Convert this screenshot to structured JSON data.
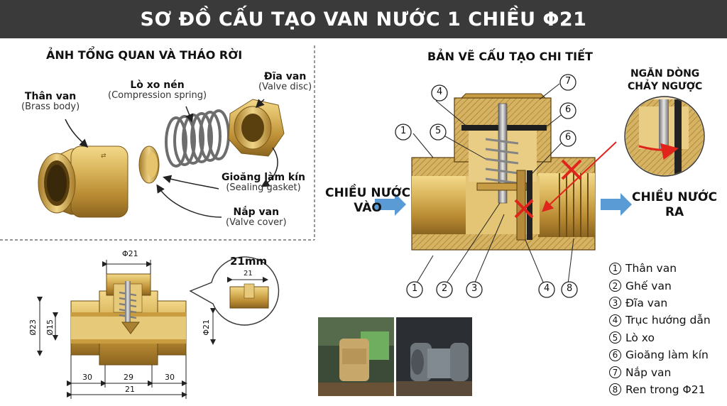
{
  "title": "SƠ ĐỒ CẤU TẠO VAN NƯỚC 1 CHIỀU Φ21",
  "exploded": {
    "heading": "ẢNH TỔNG QUAN VÀ THÁO RỜI",
    "labels": [
      {
        "vi": "Thân van",
        "en": "(Brass body)"
      },
      {
        "vi": "Lò xo nén",
        "en": "(Compression spring)"
      },
      {
        "vi": "Đĩa van",
        "en": "(Valve disc)"
      },
      {
        "vi": "Gioăng làm kín",
        "en": "(Sealing gasket)"
      },
      {
        "vi": "Nắp van",
        "en": "(Valve cover)"
      }
    ]
  },
  "drawing": {
    "dim_top": "Φ21",
    "dim_outer": "Ø23",
    "dim_inner": "Ø15",
    "dim_right": "Φ21",
    "dim_left_len": "30",
    "dim_mid_len": "29",
    "dim_right_len": "30",
    "dim_total": "21",
    "callout_title": "21mm",
    "callout_dim": "21"
  },
  "detail": {
    "heading": "BẢN VẼ CẤU TẠO CHI TIẾT",
    "inlet": "CHIỀU NƯỚC\nVÀO",
    "outlet": "CHIỀU NƯỚC\nRA",
    "backflow": "NGĂN DÒNG\nCHẢY NGƯỢC",
    "callout_numbers": [
      "1",
      "2",
      "3",
      "4",
      "5",
      "6",
      "7",
      "8"
    ]
  },
  "legend": [
    {
      "n": "1",
      "text": "Thân van"
    },
    {
      "n": "2",
      "text": "Ghế van"
    },
    {
      "n": "3",
      "text": "Đĩa van"
    },
    {
      "n": "4",
      "text": "Trục hướng dẫn"
    },
    {
      "n": "5",
      "text": "Lò xo"
    },
    {
      "n": "6",
      "text": "Gioăng làm kín"
    },
    {
      "n": "7",
      "text": "Nắp van"
    },
    {
      "n": "8",
      "text": "Ren trong Φ21"
    }
  ],
  "colors": {
    "brass": "#c9a24a",
    "brass_dark": "#8a6a22",
    "title_bg": "#3a3a3a",
    "arrow_blue": "#5b9bd5",
    "cross_red": "#e0241c"
  }
}
